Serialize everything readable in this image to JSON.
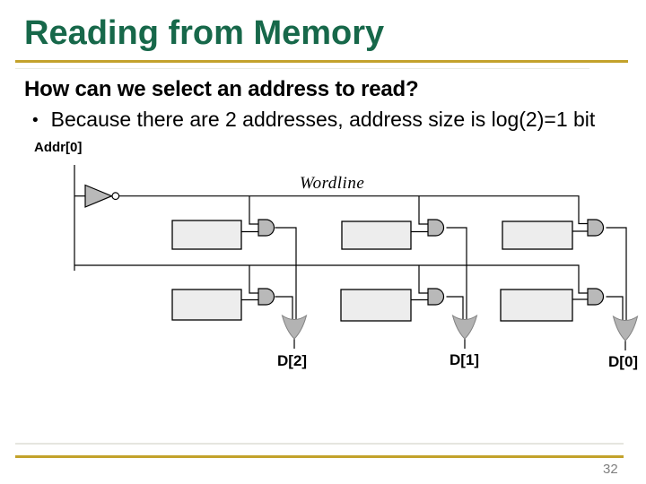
{
  "slide": {
    "title": "Reading from Memory",
    "page_number": "32",
    "colors": {
      "title_green": "#17684A",
      "accent_gold": "#C3A22B",
      "gate_gray": "#B9B9B9",
      "or_gate_gray": "#B3B3B3",
      "cell_fill_gray": "#EDEDED",
      "wire_black": "#000000",
      "page_number_gray": "#7F7F7F"
    }
  },
  "content": {
    "question": "How can we select an address to read?",
    "bullet_glyph": "•",
    "bullet": "Because there are 2 addresses, address size is log(2)=1 bit"
  },
  "diagram": {
    "addr_label": "Addr[0]",
    "wordline_label": "Wordline",
    "output_labels": [
      "D[2]",
      "D[1]",
      "D[0]"
    ]
  }
}
